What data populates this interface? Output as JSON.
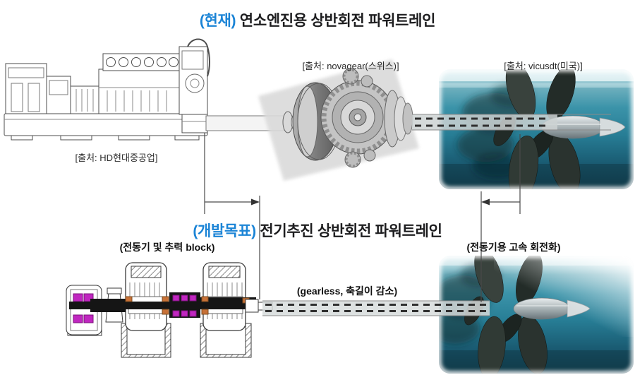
{
  "colors": {
    "accent_blue": "#1b84d6",
    "text_black": "#1d1d1f",
    "sea_teal": "#2a7e96",
    "sea_deep": "#123f52",
    "motor_magenta": "#c026c0",
    "bearing_orange": "#c87137",
    "drawing_gray": "#4d4d4d"
  },
  "top_section": {
    "title_prefix": "(현재)",
    "title_rest": " 연소엔진용 상반회전 파워트레인",
    "engine_source": "[출처: HD현대중공업]",
    "gear_source": "[출처: novagear(스위스)]",
    "propeller_source": "[출처: vicusdt(미국)]"
  },
  "bottom_section": {
    "title_prefix": "(개발목표)",
    "title_rest": " 전기추진 상반회전 파워트레인",
    "motor_label": "(전동기 및 추력 block)",
    "highspeed_label": "(전동기용 고속 회전화)",
    "gearless_label": "(gearless, 축길이 감소)"
  },
  "figures": {
    "engine": "diesel-engine-line-drawing",
    "gearbox": "contra-rotating-gearbox-render",
    "propeller_top": "contra-rotating-propellers-underwater-image",
    "propeller_bottom": "contra-rotating-propellers-underwater-image",
    "motor": "electric-motor-and-thrust-block-cross-section"
  }
}
